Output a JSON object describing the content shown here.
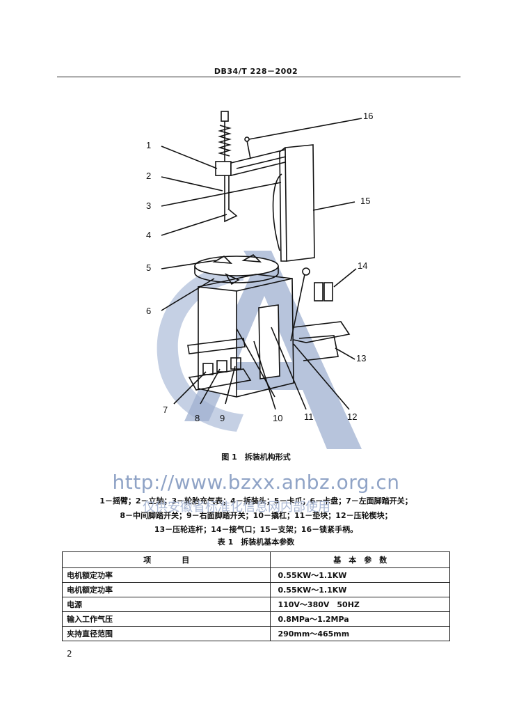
{
  "header": {
    "standard_code": "DB34/T 228－2002"
  },
  "watermark": {
    "url": "http://www.bzxx.anbz.org.cn",
    "org_text": "仅供安徽省标准化信息网内部使用"
  },
  "figure": {
    "callouts": [
      "1",
      "2",
      "3",
      "4",
      "5",
      "6",
      "7",
      "8",
      "9",
      "10",
      "11",
      "12",
      "13",
      "14",
      "15",
      "16"
    ],
    "caption": "图 1　拆装机构形式",
    "legend_lines": [
      "1－摇臂；2－立轴；3－轮胎充气表；4－拆装头；5－卡爪；6－卡盘；7－左面脚踏开关；",
      "8－中间脚踏开关；9－右面脚踏开关；10－撬杠；11－垫块；12－压轮楔块；",
      "13－压轮连杆；14－接气口；15－支架；16－锁紧手柄。"
    ]
  },
  "table": {
    "caption": "表 1　拆装机基本参数",
    "headers": [
      "项　　　　目",
      "基　本　参　数"
    ],
    "rows": [
      [
        "电机额定功率",
        "0.55KW～1.1KW"
      ],
      [
        "电机额定功率",
        "0.55KW～1.1KW"
      ],
      [
        "电源",
        "110V～380V　50HZ"
      ],
      [
        "输入工作气压",
        "0.8MPa～1.2MPa"
      ],
      [
        "夹持直径范围",
        "290mm～465mm"
      ]
    ]
  },
  "footer": {
    "page_number": "2"
  },
  "colors": {
    "watermark": "#8fa3c6",
    "ink": "#111111"
  }
}
